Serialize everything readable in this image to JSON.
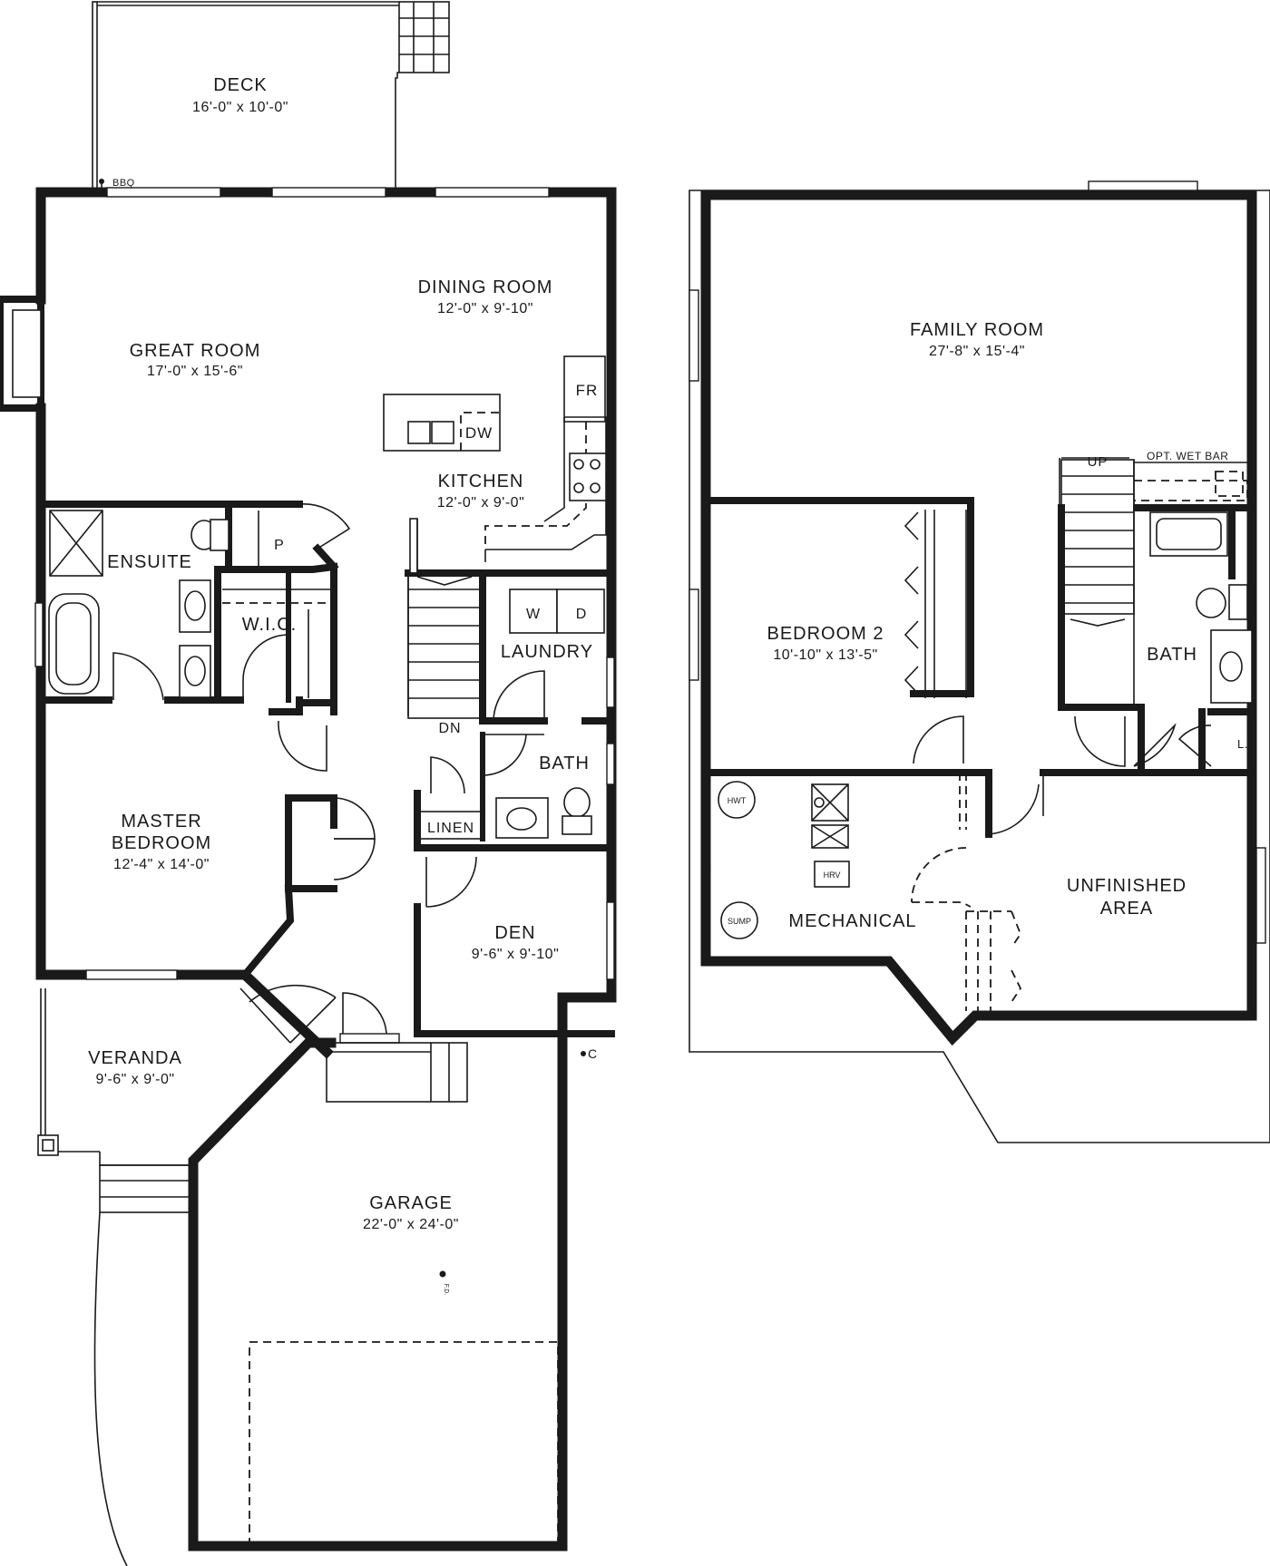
{
  "main_floor": {
    "rooms": {
      "deck": {
        "name": "DECK",
        "size": "16'-0\" x 10'-0\""
      },
      "great_room": {
        "name": "GREAT ROOM",
        "size": "17'-0\" x 15'-6\""
      },
      "dining_room": {
        "name": "DINING ROOM",
        "size": "12'-0\" x 9'-10\""
      },
      "kitchen": {
        "name": "KITCHEN",
        "size": "12'-0\" x 9'-0\""
      },
      "ensuite": {
        "name": "ENSUITE"
      },
      "wic": {
        "name": "W.I.C."
      },
      "laundry": {
        "name": "LAUNDRY"
      },
      "bath": {
        "name": "BATH"
      },
      "linen": {
        "name": "LINEN"
      },
      "master_bedroom": {
        "name_line1": "MASTER",
        "name_line2": "BEDROOM",
        "size": "12'-4\" x 14'-0\""
      },
      "den": {
        "name": "DEN",
        "size": "9'-6\" x 9'-10\""
      },
      "veranda": {
        "name": "VERANDA",
        "size": "9'-6\" x 9'-0\""
      },
      "garage": {
        "name": "GARAGE",
        "size": "22'-0\" x 24'-0\""
      }
    },
    "labels": {
      "bbq": "BBQ",
      "fr": "FR",
      "dw": "DW",
      "pantry": "P",
      "washer": "W",
      "dryer": "D",
      "down": "DN",
      "c": "C",
      "fd": "F.D."
    }
  },
  "basement": {
    "rooms": {
      "family_room": {
        "name": "FAMILY ROOM",
        "size": "27'-8\" x 15'-4\""
      },
      "bedroom2": {
        "name": "BEDROOM 2",
        "size": "10'-10\" x 13'-5\""
      },
      "bath": {
        "name": "BATH"
      },
      "mechanical": {
        "name": "MECHANICAL"
      },
      "unfinished": {
        "name_line1": "UNFINISHED",
        "name_line2": "AREA"
      }
    },
    "labels": {
      "up": "UP",
      "wet_bar": "OPT. WET BAR",
      "linen": "L.",
      "hwt": "HWT",
      "sump": "SUMP",
      "hrv": "HRV"
    }
  }
}
